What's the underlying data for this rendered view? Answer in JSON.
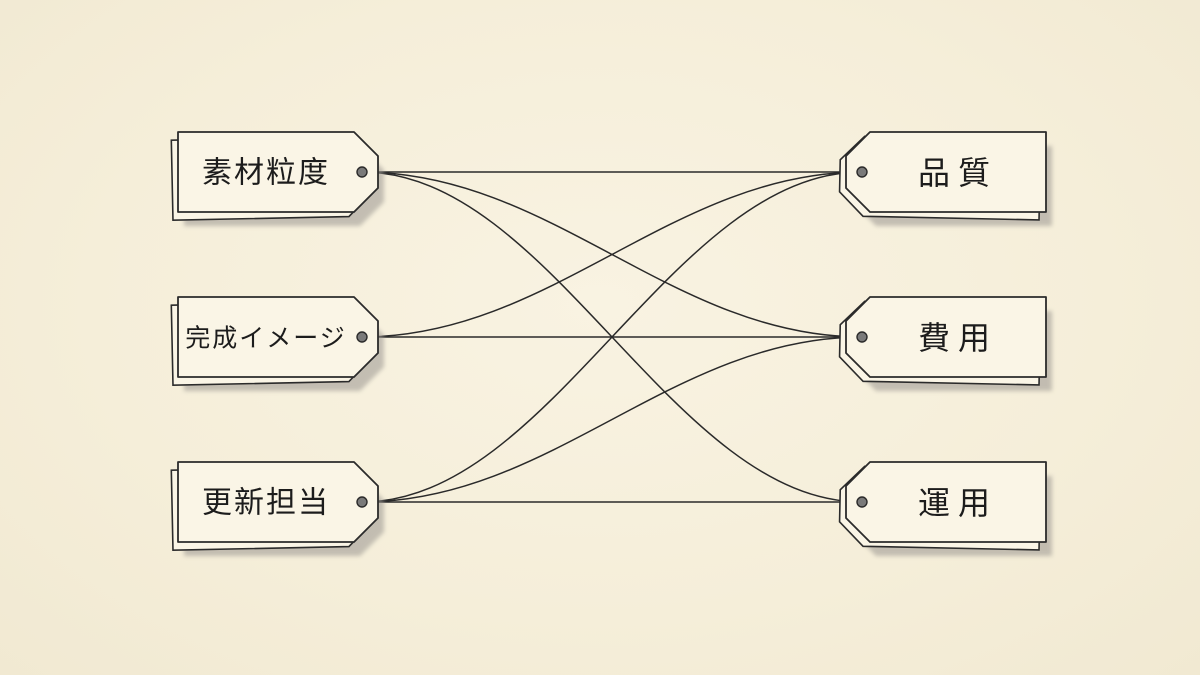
{
  "left_tags": [
    {
      "id": "sozai",
      "label": "素材粒度"
    },
    {
      "id": "kansei",
      "label": "完成イメージ"
    },
    {
      "id": "koshin",
      "label": "更新担当"
    }
  ],
  "right_tags": [
    {
      "id": "hinshitsu",
      "label": "品質"
    },
    {
      "id": "hiyou",
      "label": "費用"
    },
    {
      "id": "unyou",
      "label": "運用"
    }
  ],
  "connections": [
    {
      "from": "sozai",
      "to": "hinshitsu"
    },
    {
      "from": "sozai",
      "to": "hiyou"
    },
    {
      "from": "sozai",
      "to": "unyou"
    },
    {
      "from": "kansei",
      "to": "hinshitsu"
    },
    {
      "from": "kansei",
      "to": "hiyou"
    },
    {
      "from": "koshin",
      "to": "hinshitsu"
    },
    {
      "from": "koshin",
      "to": "hiyou"
    },
    {
      "from": "koshin",
      "to": "unyou"
    }
  ],
  "colors": {
    "background": "#f7f0dc",
    "tag_fill": "#faf5e6",
    "tag_stroke": "#2b2b2b",
    "shadow": "#9a9590",
    "line": "#2a2a2a",
    "hole": "#7a7a7a"
  }
}
